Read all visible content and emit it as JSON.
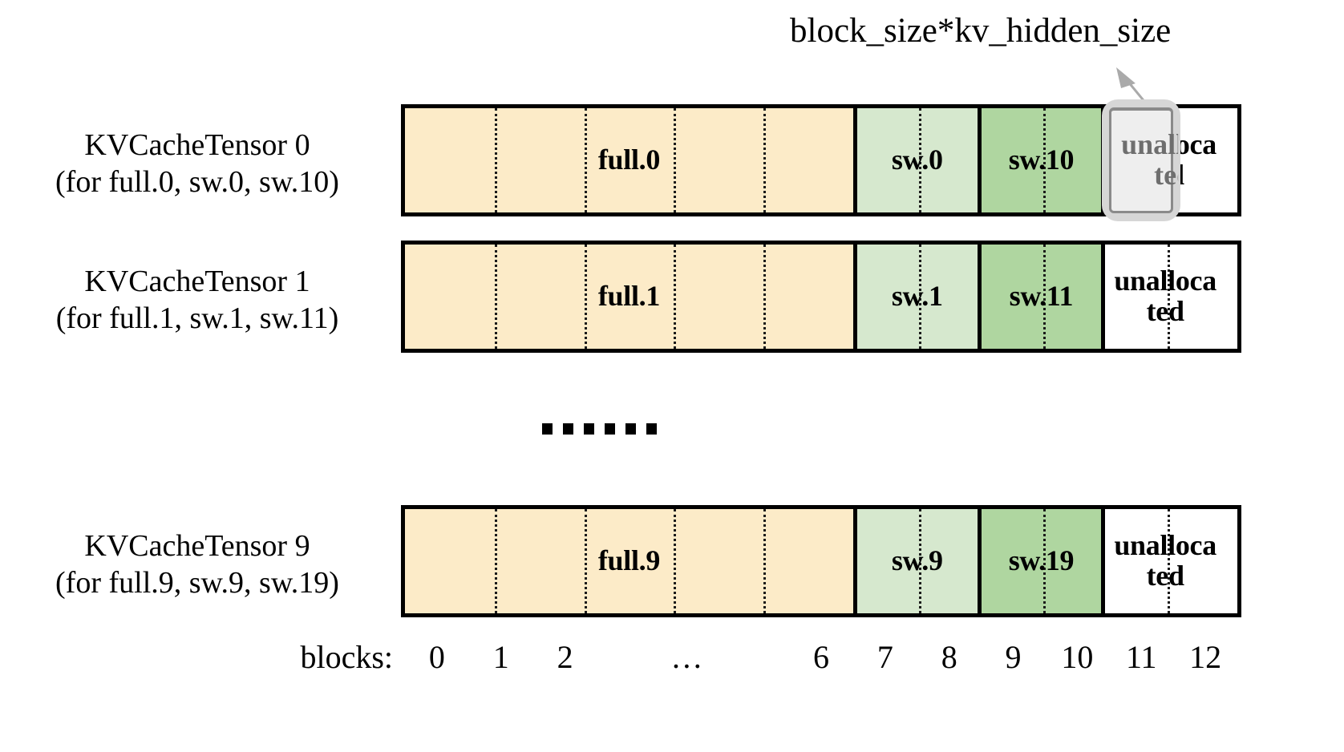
{
  "annotation": {
    "text": "block_size*kv_hidden_size",
    "arrow_name": "annotation-arrow",
    "target_block": "11",
    "target_row": "KVCacheTensor 0"
  },
  "colors": {
    "full": "#FCEBC8",
    "sw_light": "#D6E8CE",
    "sw_dark": "#AFD6A0",
    "unallocated": "#FFFFFF",
    "border": "#000000",
    "highlight_fill": "#EEEEEE",
    "highlight_outer": "#D6D6D6",
    "highlight_border": "#8A8A8A",
    "highlight_text": "#6E6E6E",
    "arrow": "#AAAAAA"
  },
  "ellipsis": {
    "label": "……",
    "dot_count": 6
  },
  "axis": {
    "title": "blocks:",
    "ticks": [
      "0",
      "1",
      "2",
      "…",
      "6",
      "7",
      "8",
      "9",
      "10",
      "11",
      "12"
    ]
  },
  "rows": [
    {
      "id": "tensor-0",
      "label_line1": "KVCacheTensor 0",
      "label_line2": "(for full.0, sw.0, sw.10)",
      "highlighted": true,
      "segments": [
        {
          "name": "full-segment",
          "label": "full.0",
          "color_key": "full",
          "blocks": 7,
          "dividers": 4
        },
        {
          "name": "sw-light-segment",
          "label": "sw.0",
          "color_key": "sw_light",
          "blocks": 2,
          "dividers": 1
        },
        {
          "name": "sw-dark-segment",
          "label": "sw.10",
          "color_key": "sw_dark",
          "blocks": 2,
          "dividers": 1
        },
        {
          "name": "unallocated-segment",
          "label": "unalloca\nted",
          "color_key": "unallocated",
          "blocks": 2,
          "dividers": 1
        }
      ]
    },
    {
      "id": "tensor-1",
      "label_line1": "KVCacheTensor 1",
      "label_line2": "(for full.1, sw.1, sw.11)",
      "highlighted": false,
      "segments": [
        {
          "name": "full-segment",
          "label": "full.1",
          "color_key": "full",
          "blocks": 7,
          "dividers": 4
        },
        {
          "name": "sw-light-segment",
          "label": "sw.1",
          "color_key": "sw_light",
          "blocks": 2,
          "dividers": 1
        },
        {
          "name": "sw-dark-segment",
          "label": "sw.11",
          "color_key": "sw_dark",
          "blocks": 2,
          "dividers": 1
        },
        {
          "name": "unallocated-segment",
          "label": "unalloca\nted",
          "color_key": "unallocated",
          "blocks": 2,
          "dividers": 1
        }
      ]
    },
    {
      "id": "tensor-9",
      "label_line1": "KVCacheTensor 9",
      "label_line2": "(for full.9, sw.9, sw.19)",
      "highlighted": false,
      "segments": [
        {
          "name": "full-segment",
          "label": "full.9",
          "color_key": "full",
          "blocks": 7,
          "dividers": 4
        },
        {
          "name": "sw-light-segment",
          "label": "sw.9",
          "color_key": "sw_light",
          "blocks": 2,
          "dividers": 1
        },
        {
          "name": "sw-dark-segment",
          "label": "sw.19",
          "color_key": "sw_dark",
          "blocks": 2,
          "dividers": 1
        },
        {
          "name": "unallocated-segment",
          "label": "unalloca\nted",
          "color_key": "unallocated",
          "blocks": 2,
          "dividers": 1
        }
      ]
    }
  ]
}
